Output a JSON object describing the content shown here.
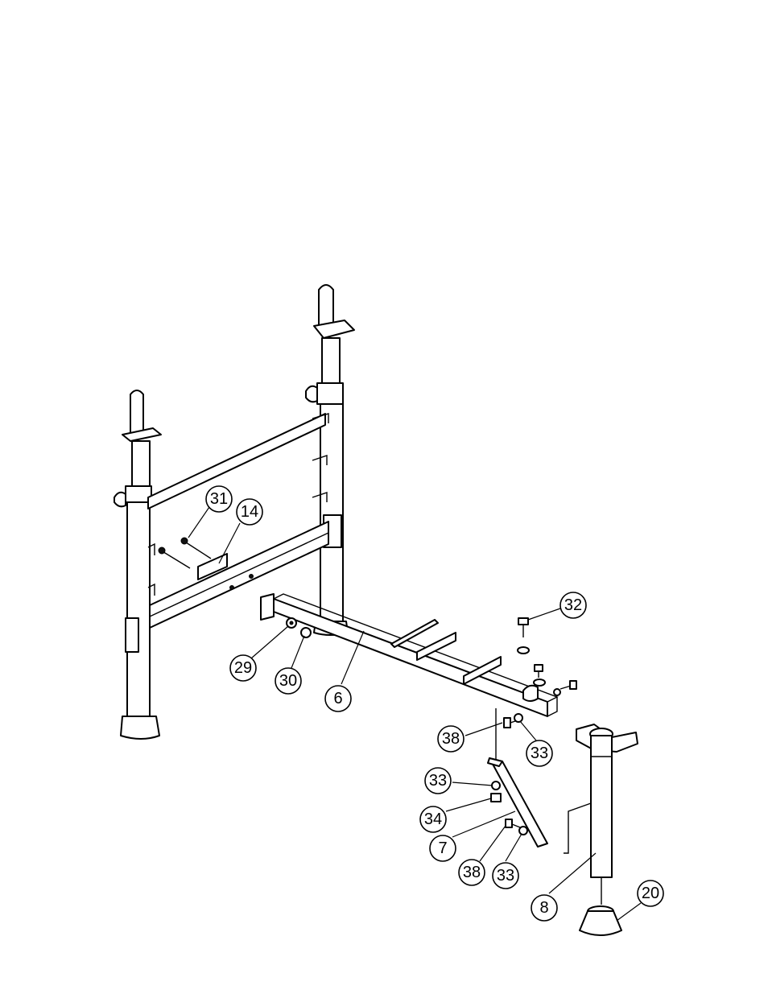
{
  "callouts": [
    {
      "id": "c31",
      "label": "31"
    },
    {
      "id": "c14",
      "label": "14"
    },
    {
      "id": "c32",
      "label": "32"
    },
    {
      "id": "c29",
      "label": "29"
    },
    {
      "id": "c30",
      "label": "30"
    },
    {
      "id": "c6",
      "label": "6"
    },
    {
      "id": "c38a",
      "label": "38"
    },
    {
      "id": "c33a",
      "label": "33"
    },
    {
      "id": "c33b",
      "label": "33"
    },
    {
      "id": "c34",
      "label": "34"
    },
    {
      "id": "c7",
      "label": "7"
    },
    {
      "id": "c38b",
      "label": "38"
    },
    {
      "id": "c33c",
      "label": "33"
    },
    {
      "id": "c8",
      "label": "8"
    },
    {
      "id": "c20",
      "label": "20"
    }
  ]
}
